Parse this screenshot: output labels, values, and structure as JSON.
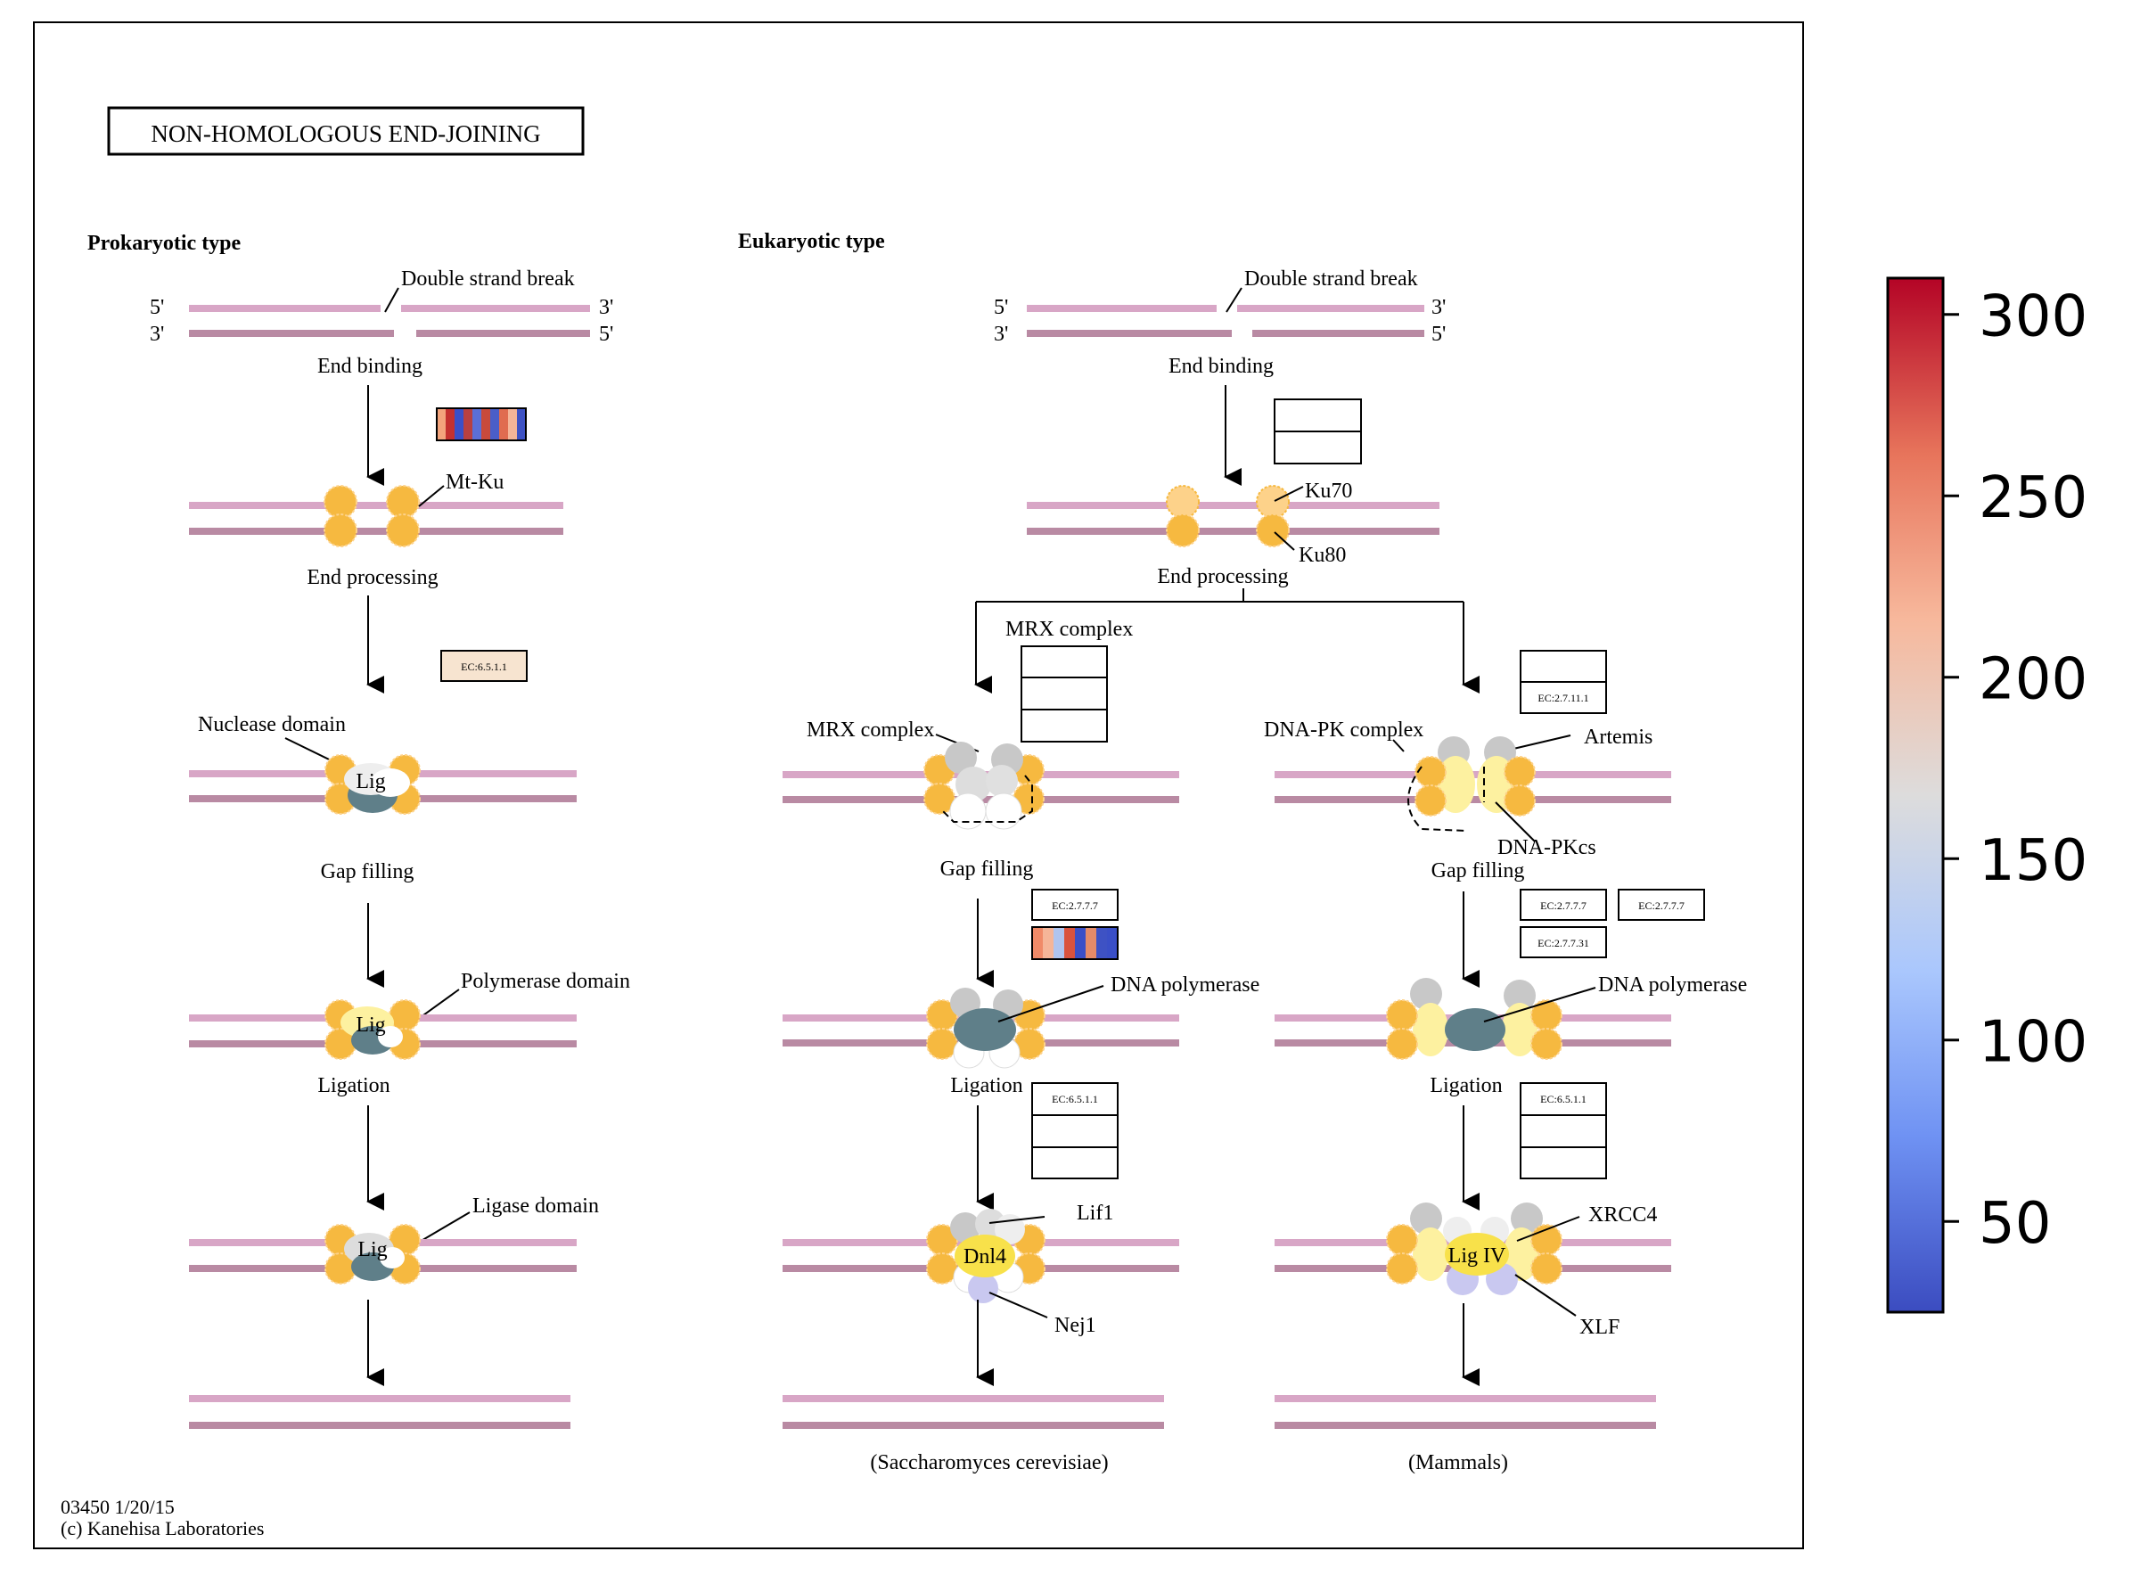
{
  "title": "NON-HOMOLOGOUS END-JOINING",
  "footer": {
    "id_date": "03450 1/20/15",
    "copyright": "(c) Kanehisa Laboratories"
  },
  "colors": {
    "strand_top": "#d8a6c6",
    "strand_bottom": "#b98aa3",
    "ku_orange": "#f6b940",
    "ku_light": "#fdd28a",
    "grey": "#c8c8c8",
    "light_yellow": "#fdf1a0",
    "yellow": "#f8e14a",
    "teal": "#5f7f89",
    "lavender": "#c9c8f0",
    "white": "#ffffff"
  },
  "prokaryotic": {
    "heading": "Prokaryotic type",
    "dsb": "Double strand break",
    "five": "5'",
    "three": "3'",
    "steps": {
      "end_binding": "End binding",
      "end_processing": "End processing",
      "gap_filling": "Gap filling",
      "ligation": "Ligation"
    },
    "labels": {
      "mtku": "Mt-Ku",
      "nuclease": "Nuclease domain",
      "polymerase": "Polymerase domain",
      "ligase": "Ligase domain",
      "lig": "Lig"
    },
    "boxes": {
      "ec_6511": "EC:6.5.1.1"
    }
  },
  "eukaryotic": {
    "heading": "Eukaryotic type",
    "dsb": "Double strand break",
    "five": "5'",
    "three": "3'",
    "steps": {
      "end_binding": "End binding",
      "end_processing": "End processing",
      "gap_filling": "Gap filling",
      "ligation": "Ligation"
    },
    "labels": {
      "ku70": "Ku70",
      "ku80": "Ku80",
      "mrx_complex": "MRX complex",
      "dnapk_complex": "DNA-PK complex",
      "artemis": "Artemis",
      "dnapkcs": "DNA-PKcs",
      "dna_polymerase": "DNA polymerase",
      "lif1": "Lif1",
      "nej1": "Nej1",
      "dnl4": "Dnl4",
      "xrcc4": "XRCC4",
      "xlf": "XLF",
      "ligiv": "Lig IV"
    },
    "boxes": {
      "ec_27111": "EC:2.7.11.1",
      "ec_2777_a": "EC:2.7.7.7",
      "ec_2777_b": "EC:2.7.7.7",
      "ec_2777_c": "EC:2.7.7.7",
      "ec_27731": "EC:2.7.7.31",
      "ec_6511_a": "EC:6.5.1.1",
      "ec_6511_b": "EC:6.5.1.1"
    },
    "organisms": {
      "yeast": "(Saccharomyces cerevisiae)",
      "mammals": "(Mammals)"
    }
  },
  "heat_strips": {
    "mtku": [
      "#f3a47c",
      "#c4312f",
      "#3a4fc7",
      "#b84040",
      "#5b6fd6",
      "#c84a3c",
      "#4a5ec8",
      "#e06c50",
      "#f5b598",
      "#3e52c4"
    ],
    "dna_polymerase": [
      "#f08a68",
      "#f5b598",
      "#b0c4ee",
      "#d9533e",
      "#3a4fc7",
      "#e58b68",
      "#3e52c4",
      "#3a4fc7"
    ]
  },
  "colorbar": {
    "ticks": [
      "300",
      "250",
      "200",
      "150",
      "100",
      "50"
    ],
    "range": [
      25,
      310
    ],
    "stops": [
      "#3b4cc0",
      "#6f92f3",
      "#aac7fd",
      "#dddcdc",
      "#f7b89c",
      "#e7745b",
      "#b40426"
    ]
  }
}
